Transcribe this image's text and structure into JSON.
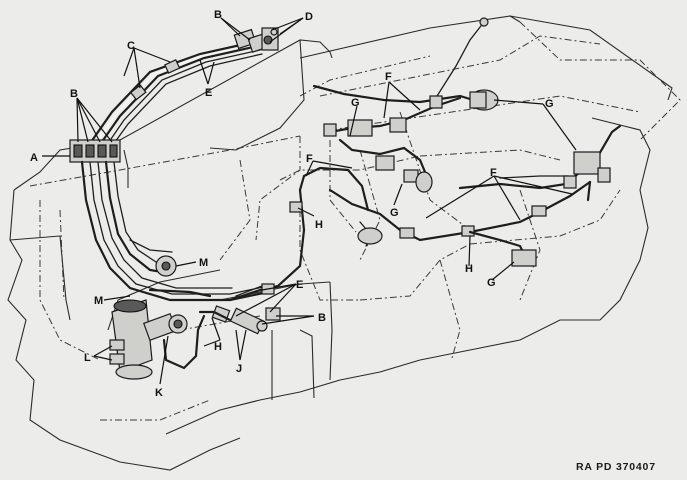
{
  "figure": {
    "reference": "RA PD 370407",
    "labels": {
      "A": "A",
      "B": "B",
      "C": "C",
      "D": "D",
      "E": "E",
      "F": "F",
      "G": "G",
      "H": "H",
      "J": "J",
      "K": "K",
      "L": "L",
      "M": "M"
    }
  }
}
